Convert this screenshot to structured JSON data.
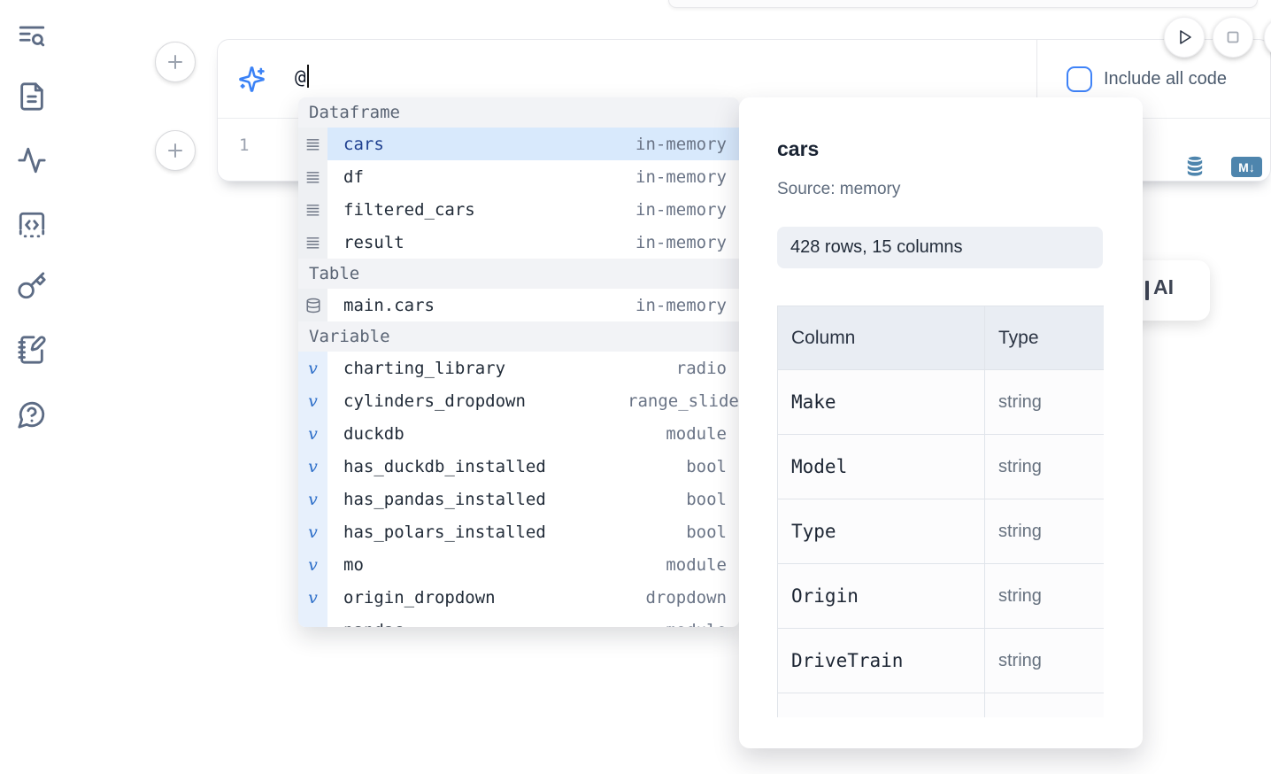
{
  "sidebar": {
    "icons": [
      "text-search-icon",
      "file-text-icon",
      "activity-icon",
      "code-square-icon",
      "key-icon",
      "notebook-pen-icon",
      "help-chat-icon"
    ]
  },
  "cell": {
    "prompt": {
      "value": "@"
    },
    "include_all_code": {
      "label": "Include all code",
      "checked": false
    },
    "line_number": "1",
    "markdown_badge": "M↓"
  },
  "ai_button": {
    "label": "AI"
  },
  "autocomplete": {
    "sections": [
      {
        "label": "Dataframe",
        "items": [
          {
            "name": "cars",
            "type": "in-memory",
            "icon": "rows-icon",
            "selected": true
          },
          {
            "name": "df",
            "type": "in-memory",
            "icon": "rows-icon"
          },
          {
            "name": "filtered_cars",
            "type": "in-memory",
            "icon": "rows-icon"
          },
          {
            "name": "result",
            "type": "in-memory",
            "icon": "rows-icon"
          }
        ]
      },
      {
        "label": "Table",
        "items": [
          {
            "name": "main.cars",
            "type": "in-memory",
            "icon": "database-icon"
          }
        ]
      },
      {
        "label": "Variable",
        "items": [
          {
            "name": "charting_library",
            "type": "radio",
            "icon": "variable-icon"
          },
          {
            "name": "cylinders_dropdown",
            "type": "range_slider",
            "icon": "variable-icon"
          },
          {
            "name": "duckdb",
            "type": "module",
            "icon": "variable-icon"
          },
          {
            "name": "has_duckdb_installed",
            "type": "bool",
            "icon": "variable-icon"
          },
          {
            "name": "has_pandas_installed",
            "type": "bool",
            "icon": "variable-icon"
          },
          {
            "name": "has_polars_installed",
            "type": "bool",
            "icon": "variable-icon"
          },
          {
            "name": "mo",
            "type": "module",
            "icon": "variable-icon"
          },
          {
            "name": "origin_dropdown",
            "type": "dropdown",
            "icon": "variable-icon"
          },
          {
            "name": "pandas",
            "type": "module",
            "icon": "variable-icon",
            "partial": true
          }
        ]
      }
    ]
  },
  "preview": {
    "title": "cars",
    "source": "Source: memory",
    "summary": "428 rows, 15 columns",
    "table": {
      "headers": [
        "Column",
        "Type"
      ],
      "rows": [
        [
          "Make",
          "string"
        ],
        [
          "Model",
          "string"
        ],
        [
          "Type",
          "string"
        ],
        [
          "Origin",
          "string"
        ],
        [
          "DriveTrain",
          "string"
        ]
      ],
      "partial_row": true
    }
  },
  "colors": {
    "accent_blue": "#3b82f6",
    "steel_blue": "#4e85ad",
    "selected_row_bg": "#d8e9fc",
    "selected_row_text": "#1e3f8f",
    "sidebar_icon": "#5c6b84"
  }
}
